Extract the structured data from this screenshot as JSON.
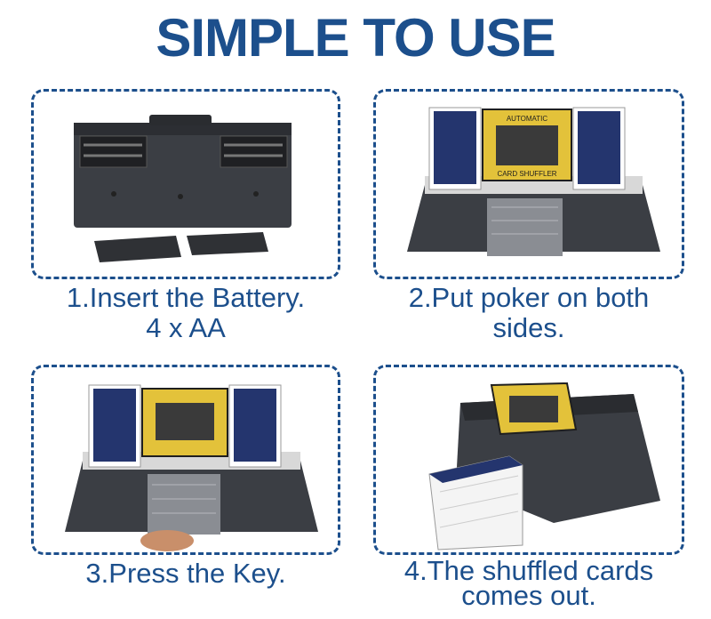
{
  "heading": "SIMPLE TO USE",
  "steps": [
    {
      "line1": "1.Insert the Battery.",
      "line2": "4 x AA"
    },
    {
      "line1": "2.Put poker on both",
      "line2": "sides."
    },
    {
      "line1": "3.Press the Key.",
      "line2": ""
    },
    {
      "line1": "4.The shuffled cards",
      "line2": "comes out."
    }
  ],
  "device_labels": {
    "top": "AUTOMATIC",
    "bottom": "CARD SHUFFLER"
  },
  "colors": {
    "accent": "#1c4f8c",
    "device_body": "#3b3e44",
    "card_back": "#24356e",
    "label_gold": "#e3c23a"
  }
}
